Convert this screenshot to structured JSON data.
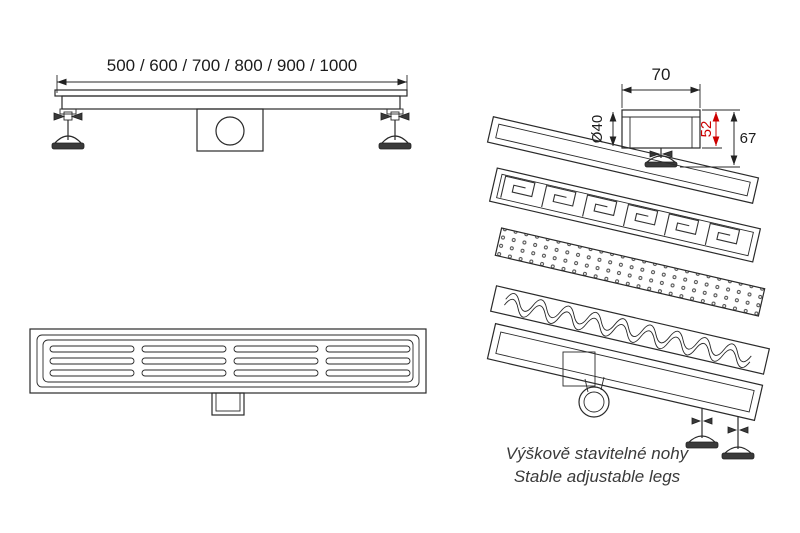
{
  "drawing": {
    "type": "technical-drawing",
    "subject": "linear shower drain channel"
  },
  "side_view": {
    "length_dim": "500 / 600 / 700 / 800 / 900 / 1000"
  },
  "detail_view": {
    "width_dim": "70",
    "diameter_dim": "Ø40",
    "depth_dim": "52",
    "height_dim": "67"
  },
  "caption": {
    "czech": "Výškově stavitelné nohy",
    "english": "Stable adjustable legs"
  },
  "colors": {
    "line": "#2a2a2a",
    "dim_red": "#cc0000",
    "background": "#ffffff",
    "foot_dark": "#3a3a3a"
  }
}
